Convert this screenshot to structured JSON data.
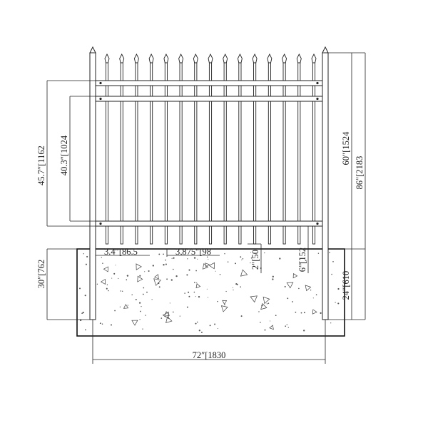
{
  "dimensions": {
    "rail_span_outer": "45.7″[1162",
    "rail_span_inner": "40.3″[1024",
    "post_height": "60″[1524",
    "overall_height": "86″[2183",
    "footing_depth_left": "30″[762",
    "footing_depth_right": "24″[610",
    "post_width": "3.4″[86.5",
    "picket_spacing": "3.875″[98",
    "bottom_clearance": "2″[50",
    "below_grade": "6″[152",
    "panel_width": "72″[1830"
  },
  "fence": {
    "picket_count": 15
  }
}
